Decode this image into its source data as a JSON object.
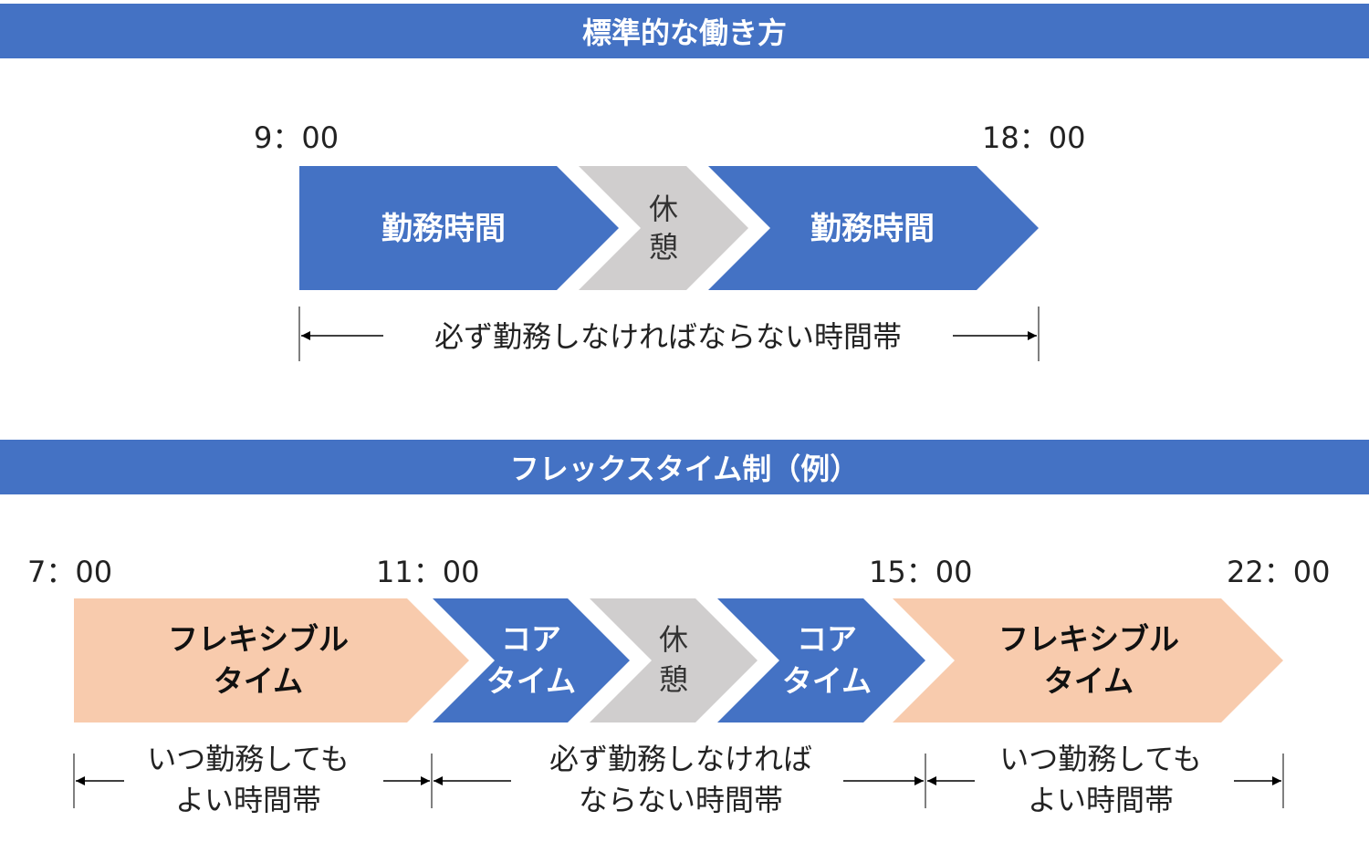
{
  "standard": {
    "title": "標準的な働き方",
    "times": {
      "start": "9：00",
      "end": "18：00"
    },
    "segments": {
      "work1": "勤務時間",
      "break": [
        "休",
        "憩"
      ],
      "work2": "勤務時間"
    },
    "note": "必ず勤務しなければならない時間帯"
  },
  "flex": {
    "title": "フレックスタイム制（例）",
    "times": {
      "t1": "7：00",
      "t2": "11：00",
      "t3": "15：00",
      "t4": "22：00"
    },
    "segments": {
      "flex1": [
        "フレキシブル",
        "タイム"
      ],
      "core1": [
        "コア",
        "タイム"
      ],
      "break": [
        "休",
        "憩"
      ],
      "core2": [
        "コア",
        "タイム"
      ],
      "flex2": [
        "フレキシブル",
        "タイム"
      ]
    },
    "notes": {
      "left": [
        "いつ勤務しても",
        "よい時間帯"
      ],
      "middle": [
        "必ず勤務しなければ",
        "ならない時間帯"
      ],
      "right": [
        "いつ勤務しても",
        "よい時間帯"
      ]
    }
  },
  "colors": {
    "banner": "#4472c4",
    "work": "#4472c4",
    "break": "#d0cece",
    "flexible": "#f8cbad",
    "text_dark": "#1a1a1a",
    "text_light": "#ffffff"
  }
}
